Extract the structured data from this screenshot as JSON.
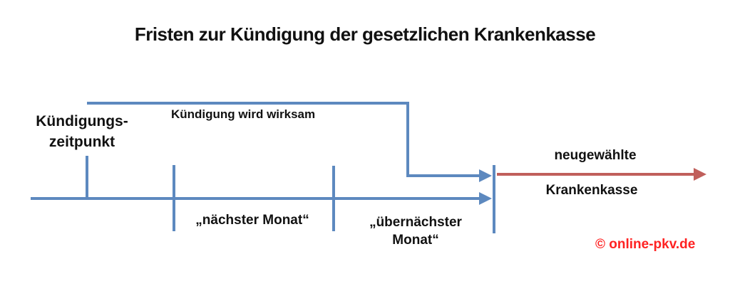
{
  "diagram": {
    "title": "Fristen zur Kündigung der gesetzlichen Krankenkasse",
    "termination_point": {
      "line1": "Kündigungs-",
      "line2": "zeitpunkt"
    },
    "effective_label": "Kündigung wird wirksam",
    "next_month_label": "„nächster Monat“",
    "month_after_next": {
      "line1": "„übernächster",
      "line2": "Monat“"
    },
    "new_insurer": {
      "line1": "neugewählte",
      "line2": "Krankenkasse"
    },
    "copyright": "© online-pkv.de",
    "colors": {
      "line_blue": "#5d89bf",
      "arrow_red": "#c05f5b",
      "copyright_red": "#ff2222"
    }
  }
}
